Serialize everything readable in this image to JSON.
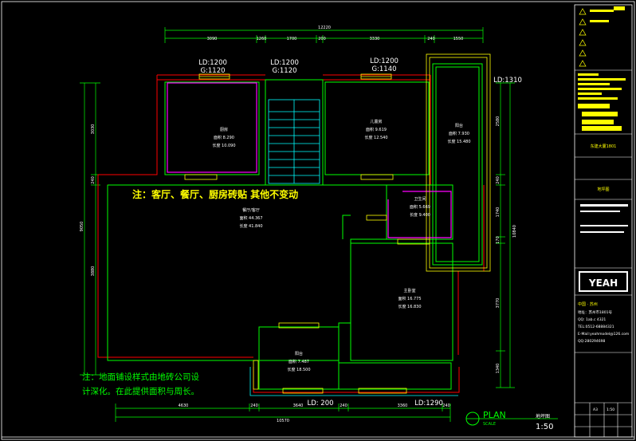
{
  "colors": {
    "background": "#000000",
    "wall_green": "#00ff00",
    "wall_red": "#ff0000",
    "window_yellow": "#ffff00",
    "magenta": "#ff00ff",
    "cyan": "#00ffff",
    "white": "#ffffff"
  },
  "dimensions": {
    "top_total": "12220",
    "top_segments": [
      "3090",
      "1260",
      "1700",
      "200",
      "3330",
      "240",
      "1550"
    ],
    "bottom_total": "10570",
    "bottom_segments": [
      "4630",
      "240",
      "3640",
      "240",
      "3360",
      "240"
    ],
    "left_total": "9050",
    "left_segments": [
      "3030",
      "240",
      "3880"
    ],
    "right_total": "10840",
    "right_segments": [
      "2580",
      "240",
      "1740",
      "170",
      "3770",
      "1340"
    ]
  },
  "openings": [
    {
      "ld": "LD:1200",
      "g": "G:1120"
    },
    {
      "ld": "LD:1200",
      "g": "G:1120"
    },
    {
      "ld": "LD:1200",
      "g": "G:1140"
    },
    {
      "ld": "LD:1310",
      "g": ""
    },
    {
      "ld": "LD: 200",
      "g": ""
    },
    {
      "ld": "LD:1290",
      "g": ""
    }
  ],
  "rooms": [
    {
      "name": "厨房",
      "area": "面积  8.290",
      "perimeter": "长度  10.090"
    },
    {
      "name": "儿童房",
      "area": "面积  9.619",
      "perimeter": "长度  12.540"
    },
    {
      "name": "阳台",
      "area": "面积  7.930",
      "perimeter": "长度  15.480"
    },
    {
      "name": "餐厅/客厅",
      "area": "面积  44.367",
      "perimeter": "长度  41.840"
    },
    {
      "name": "卫生间",
      "area": "面积  5.669",
      "perimeter": "长度  9.400"
    },
    {
      "name": "主卧室",
      "area": "面积  16.775",
      "perimeter": "长度  16.830"
    },
    {
      "name": "阳台",
      "area": "面积  7.487",
      "perimeter": "长度  18.500"
    }
  ],
  "notes": {
    "main_note": "注：客厅、餐厅、厨房砖贴 其他不变动",
    "footer_note_line1": "注：地面铺设样式由地砖公司设",
    "footer_note_line2": "计深化。在此提供面积与周长。"
  },
  "plan_label": {
    "title": "PLAN",
    "subtitle": "SCALE",
    "scale": "1:50",
    "sheet_label": "地坪图"
  },
  "title_block": {
    "project_name": "东建大厦1801",
    "drawing_name": "地坪图",
    "logo": "YEAH",
    "company_lines": [
      "中国 · 苏州",
      "地址：苏州市1801号",
      "QQ: 1ab.c 4321",
      "TEL:0512-68884321",
      "E-Mail:yeahmodel@126.com",
      "QQ:280294698"
    ],
    "sheet_size": "A3",
    "sheet_scale": "1:50"
  }
}
